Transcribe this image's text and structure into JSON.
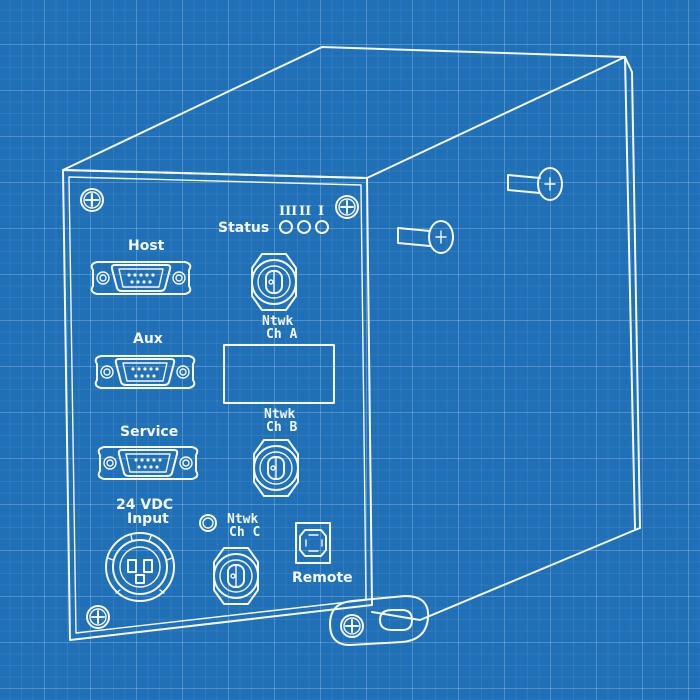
{
  "labels": {
    "status": "Status",
    "led_iii": "III",
    "led_ii": "II",
    "led_i": "I",
    "host": "Host",
    "aux": "Aux",
    "service": "Service",
    "ntwk_a_line1": "Ntwk",
    "ntwk_a_line2": "Ch A",
    "ntwk_b_line1": "Ntwk",
    "ntwk_b_line2": "Ch B",
    "ntwk_c_line1": "Ntwk",
    "ntwk_c_line2": "Ch C",
    "power_line1": "24 VDC",
    "power_line2": "Input",
    "remote": "Remote"
  },
  "colors": {
    "background": "#1f70b6",
    "line": "#f4f8ff"
  }
}
